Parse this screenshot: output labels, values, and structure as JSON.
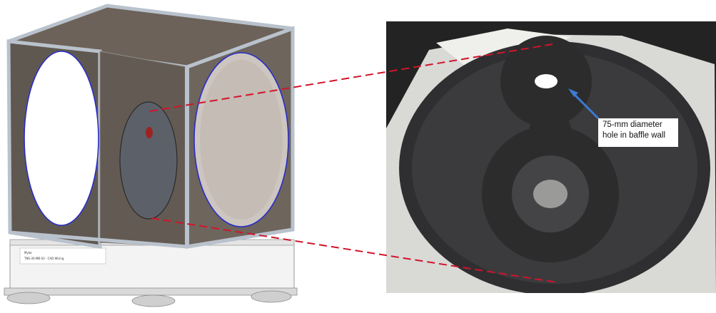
{
  "figure": {
    "callout_line1": "75-mm diameter",
    "callout_line2": "hole in baffle wall",
    "base_label_1": "Mylar",
    "base_label_2": "TNS-30-MB-03  -  CAD Wiring"
  },
  "colors": {
    "leader_line": "#d2142a",
    "arrow": "#3c7bd2",
    "frame": "#b9c2cc",
    "panel": "#6a625b",
    "ring": "#2a2dc8",
    "plate": "#2b2b2e"
  },
  "icons": {
    "arrow": "arrow-icon"
  }
}
